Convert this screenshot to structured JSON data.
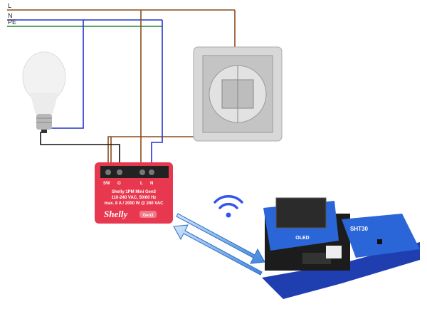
{
  "wires": {
    "line": "L",
    "neutral": "N",
    "earth": "PE"
  },
  "colors": {
    "line": "#8b4a1c",
    "neutral": "#2233cc",
    "earth": "#1a8a2a",
    "switched": "#111111",
    "shelly": "#e8384f",
    "arrow": "#4a90e2",
    "wifi": "#3355ee"
  },
  "shelly": {
    "terminals": [
      "SW",
      "O",
      "L",
      "N"
    ],
    "model": "Shelly 1PM Mini Gen3",
    "voltage": "110-240 VAC, 50/60 Hz",
    "rating": "max. 8 A / 2000 W @ 240 VAC",
    "brand": "Shelly",
    "badge": "Gen3"
  },
  "sensor_board": {
    "display_label": "OLED",
    "sensor_label": "SHT30"
  }
}
